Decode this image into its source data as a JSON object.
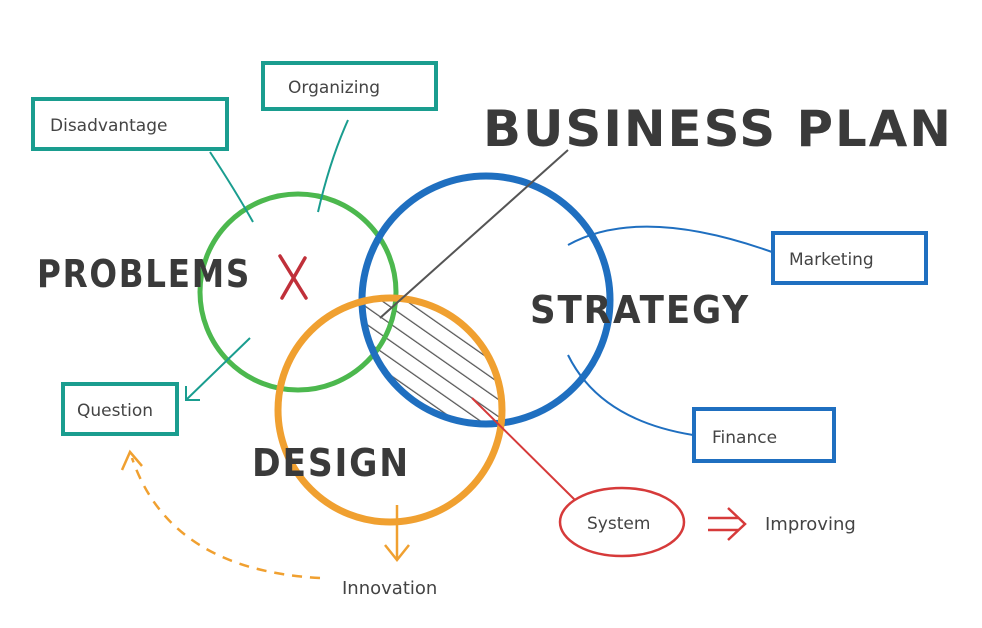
{
  "title": "BUSINESS PLAN",
  "circles": {
    "problems": "PROBLEMS",
    "strategy": "STRATEGY",
    "design": "DESIGN"
  },
  "boxes": {
    "disadvantage": "Disadvantage",
    "organizing": "Organizing",
    "marketing": "Marketing",
    "finance": "Finance",
    "question": "Question",
    "system": "System"
  },
  "labels": {
    "improving": "Improving",
    "innovation": "Innovation"
  },
  "colors": {
    "teal": "#1a9d8f",
    "green": "#4cb84e",
    "blue": "#1f6fc0",
    "orange": "#f0a030",
    "red": "#d63a3a",
    "text": "#3a3a3a"
  }
}
